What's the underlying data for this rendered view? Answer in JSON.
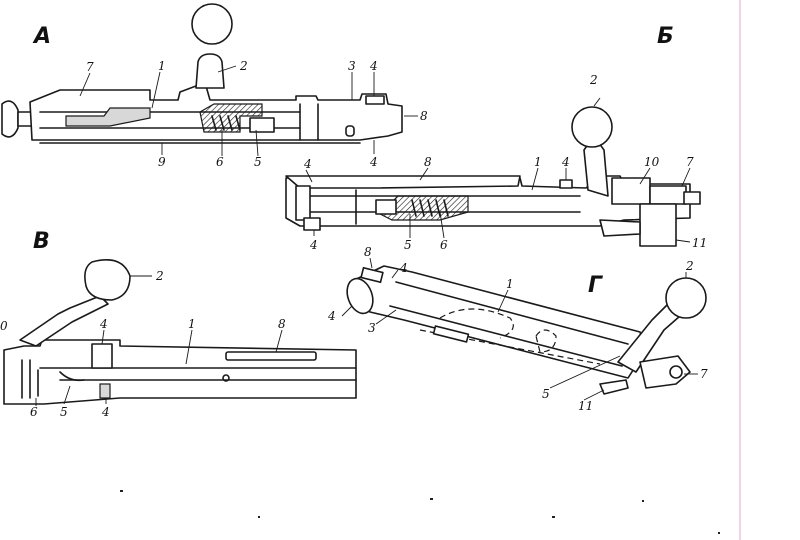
{
  "views": {
    "a": {
      "letter": "А"
    },
    "b": {
      "letter": "Б"
    },
    "v": {
      "letter": "В"
    },
    "g": {
      "letter": "Г"
    }
  },
  "callouts": {
    "a": [
      "7",
      "1",
      "2",
      "3",
      "4",
      "8",
      "9",
      "6",
      "5",
      "4"
    ],
    "b": [
      "2",
      "8",
      "1",
      "4",
      "10",
      "7",
      "4",
      "4",
      "5",
      "6",
      "11"
    ],
    "v": [
      "2",
      "0",
      "1",
      "8",
      "4",
      "6",
      "5",
      "4"
    ],
    "g": [
      "8",
      "4",
      "4",
      "1",
      "3",
      "2",
      "5",
      "11",
      "7"
    ]
  },
  "colors": {
    "ink": "#1a1a1a",
    "page_border": "#e6a8c8"
  }
}
